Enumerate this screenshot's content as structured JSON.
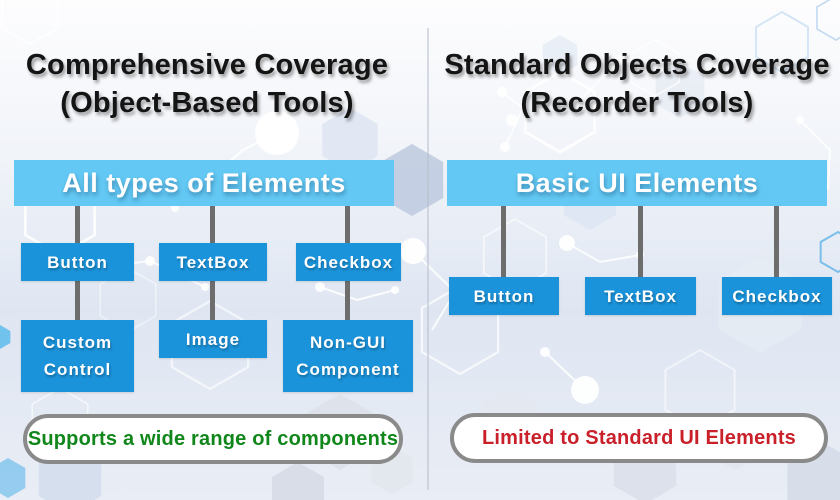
{
  "colors": {
    "bar_blue": "#63c8f3",
    "box_blue": "#1b93da",
    "connector_gray": "#6d6d6d",
    "pill_border_gray": "#8a8a8a",
    "positive_green": "#11871b",
    "negative_red": "#c9202a",
    "title_black": "#141414",
    "divider_gray": "#b9c0cc"
  },
  "left_panel": {
    "title_line1": "Comprehensive Coverage",
    "title_line2": "(Object-Based Tools)",
    "header": "All types of Elements",
    "children": [
      "Button",
      "TextBox",
      "Checkbox"
    ],
    "grandchildren": [
      "Custom Control",
      "Image",
      "Non-GUI Component"
    ],
    "footnote": "Supports a wide range of components"
  },
  "right_panel": {
    "title_line1": "Standard Objects Coverage",
    "title_line2": "(Recorder Tools)",
    "header": "Basic UI Elements",
    "children": [
      "Button",
      "TextBox",
      "Checkbox"
    ],
    "footnote": "Limited to Standard UI Elements"
  }
}
